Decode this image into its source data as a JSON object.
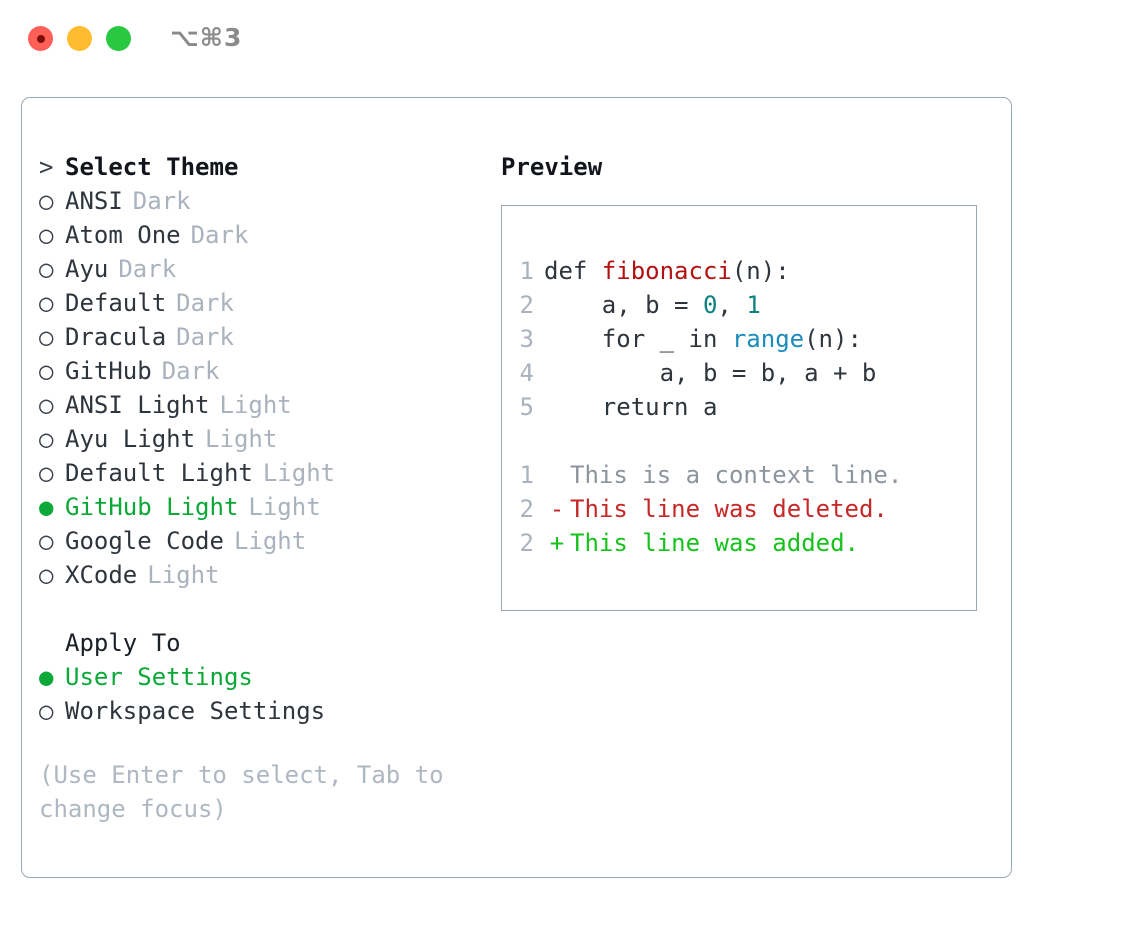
{
  "window": {
    "shortcut": "⌥⌘3",
    "traffic_lights": [
      {
        "name": "close",
        "color": "#ff5f57"
      },
      {
        "name": "minimize",
        "color": "#febc2e"
      },
      {
        "name": "maximize",
        "color": "#28c840"
      }
    ]
  },
  "theme_list": {
    "heading_marker": ">",
    "heading": "Select Theme",
    "marker_unselected": "○",
    "marker_selected": "●",
    "items": [
      {
        "name": "ANSI",
        "variant": "Dark",
        "selected": false
      },
      {
        "name": "Atom One",
        "variant": "Dark",
        "selected": false
      },
      {
        "name": "Ayu",
        "variant": "Dark",
        "selected": false
      },
      {
        "name": "Default",
        "variant": "Dark",
        "selected": false
      },
      {
        "name": "Dracula",
        "variant": "Dark",
        "selected": false
      },
      {
        "name": "GitHub",
        "variant": "Dark",
        "selected": false
      },
      {
        "name": "ANSI Light",
        "variant": "Light",
        "selected": false
      },
      {
        "name": "Ayu Light",
        "variant": "Light",
        "selected": false
      },
      {
        "name": "Default Light",
        "variant": "Light",
        "selected": false
      },
      {
        "name": "GitHub Light",
        "variant": "Light",
        "selected": true
      },
      {
        "name": "Google Code",
        "variant": "Light",
        "selected": false
      },
      {
        "name": "XCode",
        "variant": "Light",
        "selected": false
      }
    ]
  },
  "apply_to": {
    "title": "Apply To",
    "options": [
      {
        "label": "User Settings",
        "selected": true
      },
      {
        "label": "Workspace Settings",
        "selected": false
      }
    ]
  },
  "help": {
    "text": "(Use Enter to select, Tab to change focus)"
  },
  "preview": {
    "title": "Preview",
    "code_lines": [
      {
        "no": "1",
        "tokens": [
          {
            "t": "def ",
            "k": "def"
          },
          {
            "t": "fibonacci",
            "k": "func"
          },
          {
            "t": "(n):",
            "k": "plain"
          }
        ]
      },
      {
        "no": "2",
        "tokens": [
          {
            "t": "    a, b = ",
            "k": "plain"
          },
          {
            "t": "0",
            "k": "number"
          },
          {
            "t": ", ",
            "k": "plain"
          },
          {
            "t": "1",
            "k": "number"
          }
        ]
      },
      {
        "no": "3",
        "tokens": [
          {
            "t": "    for _ in ",
            "k": "plain"
          },
          {
            "t": "range",
            "k": "builtin"
          },
          {
            "t": "(n):",
            "k": "plain"
          }
        ]
      },
      {
        "no": "4",
        "tokens": [
          {
            "t": "        a, b = b, a + b",
            "k": "plain"
          }
        ]
      },
      {
        "no": "5",
        "tokens": [
          {
            "t": "    return a",
            "k": "plain"
          }
        ]
      }
    ],
    "diff_lines": [
      {
        "no": "1",
        "mark": " ",
        "text": "This is a context line.",
        "kind": "context"
      },
      {
        "no": "2",
        "mark": "-",
        "text": "This line was deleted.",
        "kind": "del"
      },
      {
        "no": "2",
        "mark": "+",
        "text": "This line was added.",
        "kind": "add"
      }
    ]
  },
  "colors": {
    "accent_green": "#0ca838",
    "muted": "#a9b2bd",
    "border": "#9aa7b5",
    "func_red": "#b31212",
    "number_teal": "#0b8080",
    "builtin_blue": "#1a8cbb",
    "diff_del": "#c62828",
    "diff_add": "#16c21b"
  }
}
